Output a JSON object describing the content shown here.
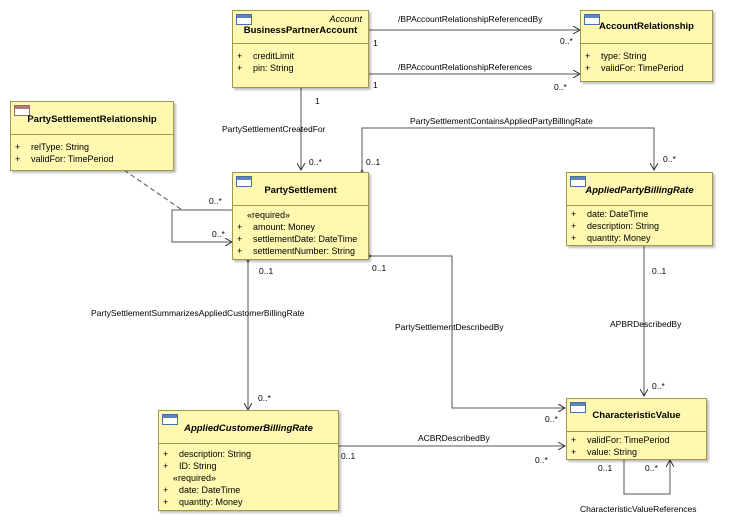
{
  "classes": {
    "bpa": {
      "stereotype": "Account",
      "name": "BusinessPartnerAccount",
      "attrs": [
        {
          "vis": "+",
          "text": "creditLimit"
        },
        {
          "vis": "+",
          "text": "pin: String"
        }
      ]
    },
    "ar": {
      "name": "AccountRelationship",
      "attrs": [
        {
          "vis": "+",
          "text": "type: String"
        },
        {
          "vis": "+",
          "text": "validFor: TimePeriod"
        }
      ]
    },
    "psr": {
      "name": "PartySettlementRelationship",
      "attrs": [
        {
          "vis": "+",
          "text": "relType: String"
        },
        {
          "vis": "+",
          "text": "validFor: TimePeriod"
        }
      ]
    },
    "ps": {
      "name": "PartySettlement",
      "group": "«required»",
      "attrs": [
        {
          "vis": "+",
          "text": "amount: Money"
        },
        {
          "vis": "+",
          "text": "settlementDate: DateTime"
        },
        {
          "vis": "+",
          "text": "settlementNumber: String"
        }
      ]
    },
    "apbr": {
      "name": "AppliedPartyBillingRate",
      "attrs": [
        {
          "vis": "+",
          "text": "date: DateTime"
        },
        {
          "vis": "+",
          "text": "description: String"
        },
        {
          "vis": "+",
          "text": "quantity: Money"
        }
      ]
    },
    "acbr": {
      "name": "AppliedCustomerBillingRate",
      "attrs": [
        {
          "vis": "+",
          "text": "description: String"
        },
        {
          "vis": "+",
          "text": "ID: String"
        }
      ],
      "group": "«required»",
      "attrs2": [
        {
          "vis": "+",
          "text": "date: DateTime"
        },
        {
          "vis": "+",
          "text": "quantity: Money"
        }
      ]
    },
    "cv": {
      "name": "CharacteristicValue",
      "attrs": [
        {
          "vis": "+",
          "text": "validFor: TimePeriod"
        },
        {
          "vis": "+",
          "text": "value: String"
        }
      ]
    }
  },
  "associations": {
    "ref_by": "/BPAccountRelationshipReferencedBy",
    "refs": "/BPAccountRelationshipReferences",
    "created_for": "PartySettlementCreatedFor",
    "contains_apbr": "PartySettlementContainsAppliedPartyBillingRate",
    "summarizes_acbr": "PartySettlementSummarizesAppliedCustomerBillingRate",
    "described_by": "PartySettlementDescribedBy",
    "apbr_described_by": "APBRDescribedBy",
    "acbr_described_by": "ACBRDescribedBy",
    "cv_references": "CharacteristicValueReferences"
  },
  "multiplicities": {
    "one": "1",
    "many": "0..*",
    "opt": "0..1"
  }
}
